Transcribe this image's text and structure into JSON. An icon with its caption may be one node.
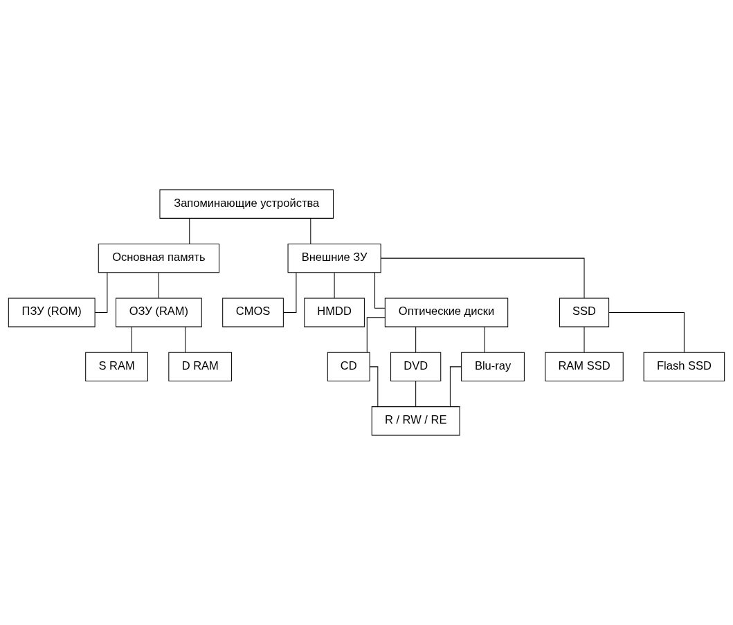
{
  "diagram": {
    "nodes": [
      {
        "text": [
          "Запоминающие устройства"
        ]
      },
      {
        "text": [
          "Основная память"
        ]
      },
      {
        "text": [
          "Внешние ЗУ"
        ]
      },
      {
        "text": [
          "ПЗУ (ROM)"
        ]
      },
      {
        "text": [
          "CMOS"
        ]
      },
      {
        "text": [
          "HMDD"
        ]
      },
      {
        "text": [
          "ОЗУ (RAM)"
        ]
      },
      {
        "text": [
          "Оптические диски"
        ]
      },
      {
        "text": [
          "SSD"
        ]
      },
      {
        "text": [
          "S RAM"
        ]
      },
      {
        "text": [
          "CD"
        ]
      },
      {
        "text": [
          "DVD"
        ]
      },
      {
        "text": [
          "RAM SSD"
        ]
      },
      {
        "text": [
          "Blu-ray"
        ]
      },
      {
        "text": [
          "D RAM"
        ]
      },
      {
        "text": [
          "R / RW / RE"
        ]
      },
      {
        "text": [
          "Flash SSD"
        ]
      }
    ],
    "edges": [
      {
        "from": 0,
        "to": 1,
        "arrow": "none"
      },
      {
        "from": 0,
        "to": 2,
        "arrow": "none"
      },
      {
        "from": 1,
        "to": 3,
        "arrow": "none"
      },
      {
        "from": 1,
        "to": 6,
        "arrow": "none"
      },
      {
        "from": 2,
        "to": 4,
        "arrow": "none"
      },
      {
        "from": 2,
        "to": 5,
        "arrow": "none"
      },
      {
        "from": 2,
        "to": 7,
        "arrow": "none"
      },
      {
        "from": 2,
        "to": 8,
        "arrow": "none"
      },
      {
        "from": 6,
        "to": 9,
        "arrow": "none"
      },
      {
        "from": 6,
        "to": 14,
        "arrow": "none"
      },
      {
        "from": 7,
        "to": 10,
        "arrow": "none"
      },
      {
        "from": 7,
        "to": 13,
        "arrow": "none"
      },
      {
        "from": 7,
        "to": 11,
        "arrow": "none"
      },
      {
        "from": 10,
        "to": 15,
        "arrow": "none"
      },
      {
        "from": 13,
        "to": 15,
        "arrow": "none"
      },
      {
        "from": 11,
        "to": 15,
        "arrow": "none"
      },
      {
        "from": 8,
        "to": 12,
        "arrow": "none"
      },
      {
        "from": 8,
        "to": 16,
        "arrow": "none"
      }
    ]
  }
}
